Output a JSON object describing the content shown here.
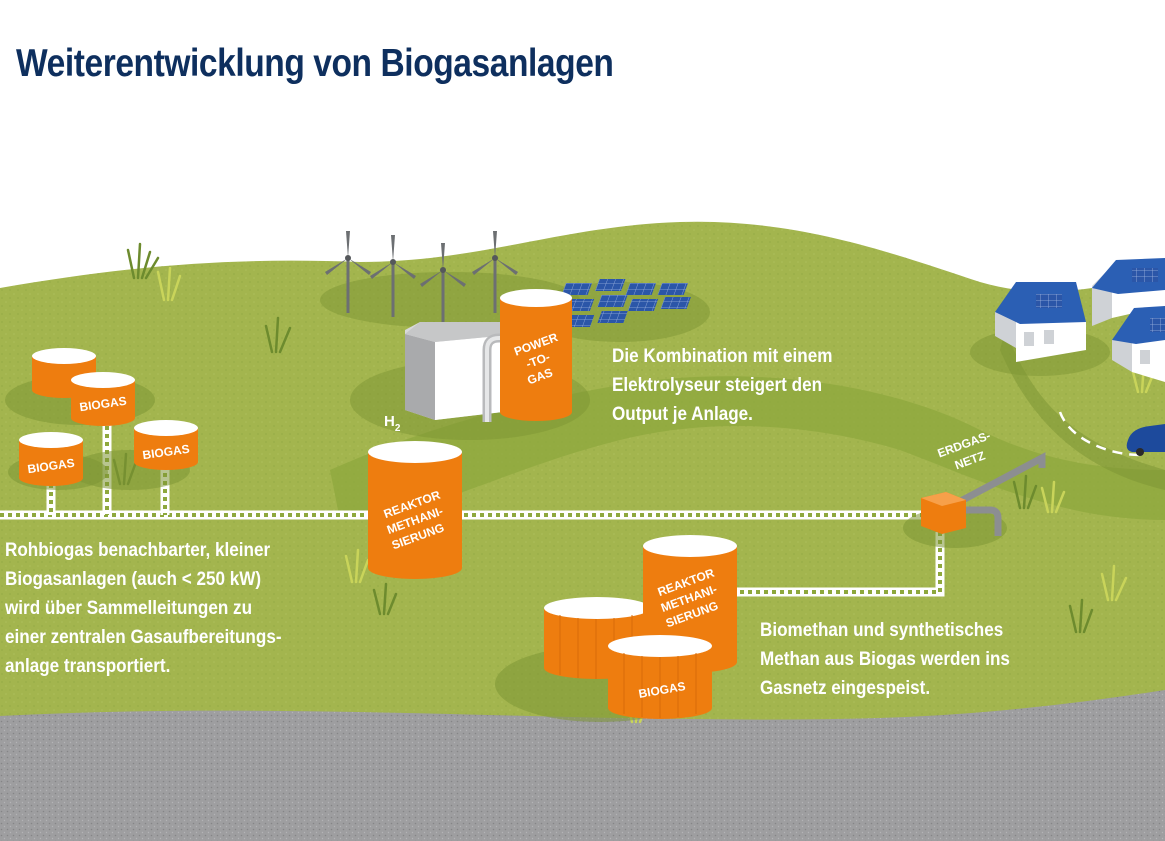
{
  "title": "Weiterentwicklung von Biogasanlagen",
  "labels": {
    "biogas": "BIOGAS",
    "power_to_gas": [
      "POWER",
      "-TO-",
      "GAS"
    ],
    "reactor": [
      "REAKTOR",
      "METHANI-",
      "SIERUNG"
    ],
    "h2": "H",
    "h2_subscript": "2",
    "erdgasnetz": [
      "ERDGAS-",
      "NETZ"
    ]
  },
  "notes": {
    "electrolyser": [
      "Die Kombination mit einem",
      "Elektrolyseur steigert den",
      "Output je Anlage."
    ],
    "collection": [
      "Rohbiogas benachbarter, kleiner",
      "Biogasanlagen (auch < 250 kW)",
      "wird über Sammelleitungen zu",
      "einer zentralen Gasaufbereitungs-",
      "anlage transportiert."
    ],
    "grid": [
      "Biomethan und synthetisches",
      "Methan aus Biogas werden ins",
      "Gasnetz eingespeist."
    ]
  },
  "colors": {
    "title": "#0e2f5e",
    "hill": "#a3b54e",
    "path": "#8ea83d",
    "tank": "#ee7d0f",
    "road": "#9e9ea0"
  }
}
